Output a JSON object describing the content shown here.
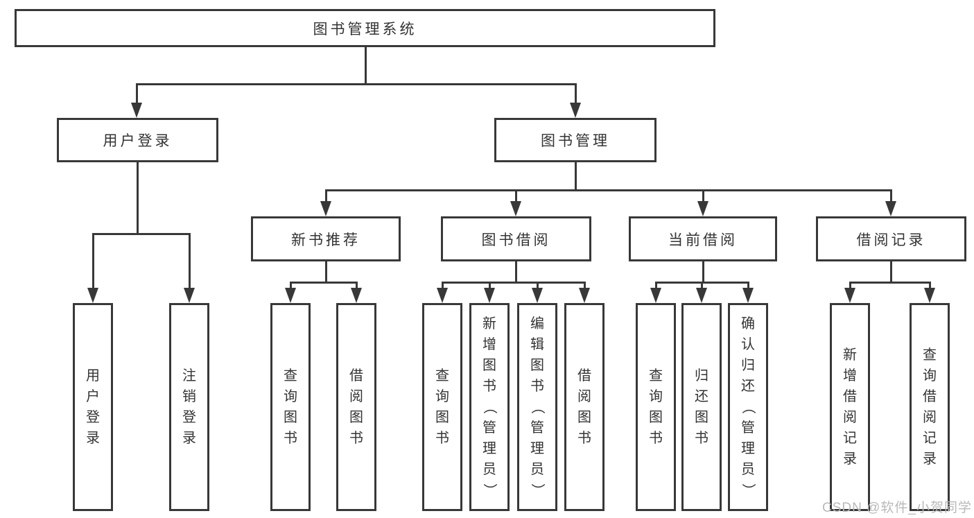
{
  "colors": {
    "line": "#383838",
    "text": "#333333",
    "background": "#ffffff",
    "watermark": "#b9b9b9"
  },
  "tree": {
    "label": "图书管理系统",
    "children": [
      {
        "label": "用户登录",
        "children": [
          {
            "label": "用户登录"
          },
          {
            "label": "注销登录"
          }
        ]
      },
      {
        "label": "图书管理",
        "children": [
          {
            "label": "新书推荐",
            "children": [
              {
                "label": "查询图书"
              },
              {
                "label": "借阅图书"
              }
            ]
          },
          {
            "label": "图书借阅",
            "children": [
              {
                "label": "查询图书"
              },
              {
                "label": "新增图书（管理员）"
              },
              {
                "label": "编辑图书（管理员）"
              },
              {
                "label": "借阅图书"
              }
            ]
          },
          {
            "label": "当前借阅",
            "children": [
              {
                "label": "查询图书"
              },
              {
                "label": "归还图书"
              },
              {
                "label": "确认归还（管理员）"
              }
            ]
          },
          {
            "label": "借阅记录",
            "children": [
              {
                "label": "新增借阅记录"
              },
              {
                "label": "查询借阅记录"
              }
            ]
          }
        ]
      }
    ]
  },
  "watermark": {
    "text": "CSDN @软件_小贺同学"
  }
}
